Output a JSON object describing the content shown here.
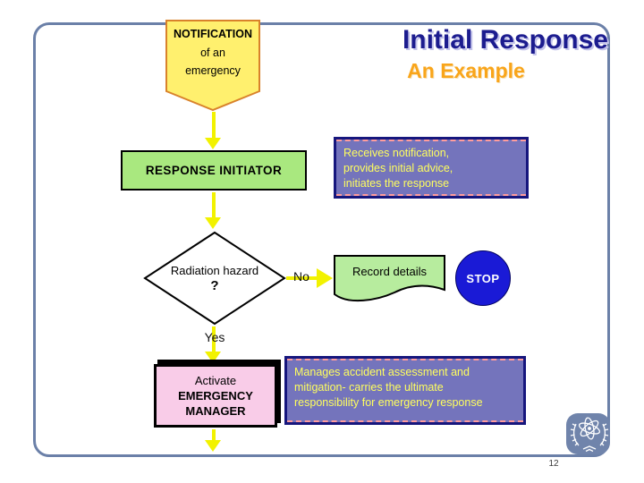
{
  "slide": {
    "title": "Initial Response",
    "subtitle": "An Example",
    "page_number": "12",
    "palette": {
      "slide_border": "#6b80a8",
      "title_navy": "#1c1c8f",
      "subtitle_orange": "#f9a51a",
      "arrow_yellow": "#f2f200",
      "pentagon_fill": "#fff06e",
      "pentagon_border": "#d9822b",
      "process_green": "#a9e87f",
      "document_green": "#b7ec9e",
      "note_purple": "#7474bc",
      "note_border_navy": "#16167d",
      "note_dash_pink": "#ff9c9c",
      "note_text_yellow": "#ffff5e",
      "activate_pink": "#f9cce8",
      "stop_blue": "#1a1ad6",
      "badge_slate": "#7084ab"
    },
    "flowchart": {
      "notification": {
        "line1": "NOTIFICATION",
        "line2": "of an",
        "line3": "emergency"
      },
      "response_initiator": "RESPONSE INITIATOR",
      "initiator_note": {
        "line1": "Receives notification,",
        "line2": "provides initial advice,",
        "line3": "initiates the response"
      },
      "decision": {
        "question": "Radiation hazard",
        "mark": "?"
      },
      "no_label": "No",
      "yes_label": "Yes",
      "record_details": "Record details",
      "stop_label": "STOP",
      "activate": {
        "line1": "Activate",
        "line2": "EMERGENCY",
        "line3": "MANAGER"
      },
      "manager_note": {
        "line1": "Manages accident assessment and",
        "line2": "mitigation- carries the ultimate",
        "line3": "responsibility for emergency response"
      }
    },
    "footer": {
      "emblem": "iaea-atom-laurel-emblem"
    }
  }
}
